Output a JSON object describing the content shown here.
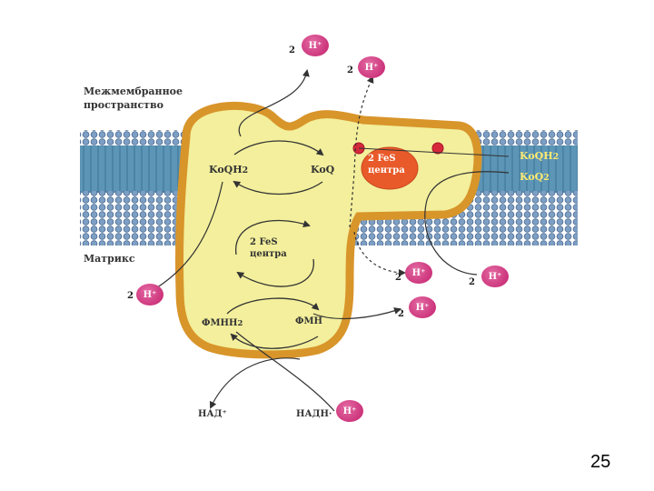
{
  "regions": {
    "intermembrane": [
      "Межмембранное",
      "пространство"
    ],
    "matrix": "Матрикс"
  },
  "proton": {
    "label": "H⁺",
    "coef": "2"
  },
  "complex": {
    "coq_h2_left": "KoQH",
    "coq_h2_left_sub": "2",
    "coq_center": "KoQ",
    "fes_lower": [
      "2 FeS",
      "центра"
    ],
    "fes_upper": [
      "2 FeS",
      "центра"
    ],
    "fmnh2": "ФМНН",
    "fmnh2_sub": "2",
    "fmn": "ФМН"
  },
  "membrane_right": {
    "coqh2": "KoQH",
    "coqh2_sub": "2",
    "coq2": "KoQ",
    "coq2_sub": "2"
  },
  "bottom": {
    "nad": "НАД⁺",
    "nadh": "НАДН·"
  },
  "page_number": "25",
  "colors": {
    "protein_fill": "#f3ef9c",
    "protein_border": "#d8952a",
    "membrane": "#4f87ad",
    "proton": "#cc2b7a",
    "fes_cluster": "#e95a2a"
  }
}
